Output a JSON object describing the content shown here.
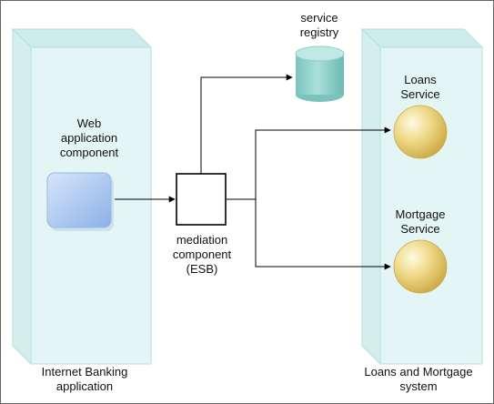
{
  "diagram": {
    "web_component": {
      "label": "Web\napplication\ncomponent"
    },
    "service_registry": {
      "label": "service\nregistry"
    },
    "mediation": {
      "label": "mediation\ncomponent\n(ESB)"
    },
    "loans_service": {
      "label": "Loans\nService"
    },
    "mortgage_service": {
      "label": "Mortgage\nService"
    },
    "left_container": {
      "label": "Internet Banking\napplication"
    },
    "right_container": {
      "label": "Loans and Mortgage\nsystem"
    }
  },
  "colors": {
    "container_fill": "#dff3f3",
    "container_edge": "#b4dddc",
    "registry_cylinder": "#8fd3cc",
    "service_sphere": "#e9cf6a",
    "web_box": "#aac8ef"
  }
}
